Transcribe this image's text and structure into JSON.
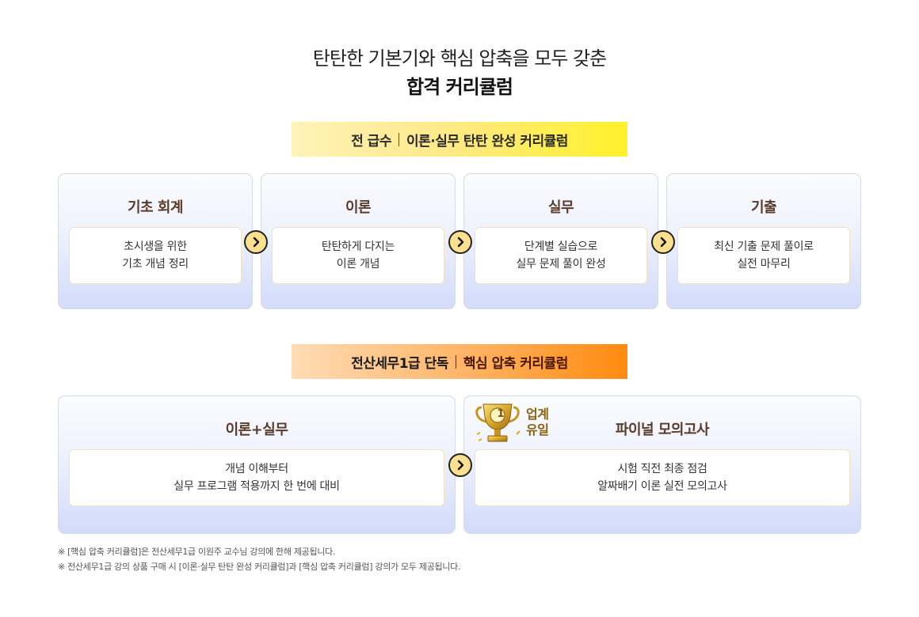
{
  "header": {
    "subtitle": "탄탄한 기본기와 핵심 압축을 모두 갖춘",
    "title": "합격 커리큘럼"
  },
  "section1": {
    "banner_lead": "전 급수",
    "banner_rest": "이론·실무 탄탄 완성 커리큘럼",
    "steps": [
      {
        "title": "기초 회계",
        "desc_line1": "초시생을 위한",
        "desc_line2": "기초 개념 정리"
      },
      {
        "title": "이론",
        "desc_line1": "탄탄하게 다지는",
        "desc_line2": "이론 개념"
      },
      {
        "title": "실무",
        "desc_line1": "단계별 실습으로",
        "desc_line2": "실무 문제 풀이 완성"
      },
      {
        "title": "기출",
        "desc_line1": "최신 기출 문제 풀이로",
        "desc_line2": "실전 마무리"
      }
    ]
  },
  "section2": {
    "banner_lead": "전산세무1급 단독",
    "banner_rest": "핵심 압축 커리큘럼",
    "badge_line1": "업계",
    "badge_line2": "유일",
    "trophy_rank": "1",
    "steps": [
      {
        "title": "이론+실무",
        "desc_line1": "개념 이해부터",
        "desc_line2": "실무 프로그램 적용까지 한 번에 대비"
      },
      {
        "title": "파이널 모의고사",
        "desc_line1": "시험 직전 최종 점검",
        "desc_line2": "알짜배기 이론 실전 모의고사"
      }
    ]
  },
  "notes": [
    "※ [핵심 압축 커리큘럼]은 전산세무1급 이원주 교수님 강의에 한해 제공됩니다.",
    "※ 전산세무1급 강의 상품 구매 시 [이론·실무 탄탄 완성 커리큘럼]과 [핵심 압축 커리큘럼] 강의가 모두 제공됩니다."
  ],
  "icons": {
    "step_arrow": "chevron-right-icon",
    "trophy": "trophy-icon"
  },
  "colors": {
    "banner1_gradient": [
      "#fff3b8",
      "#fff12a"
    ],
    "banner2_gradient": [
      "#ffdcb5",
      "#ff8a0f"
    ],
    "arrow_fill": "#fbe08f",
    "card_title": "#5a3b2a"
  }
}
